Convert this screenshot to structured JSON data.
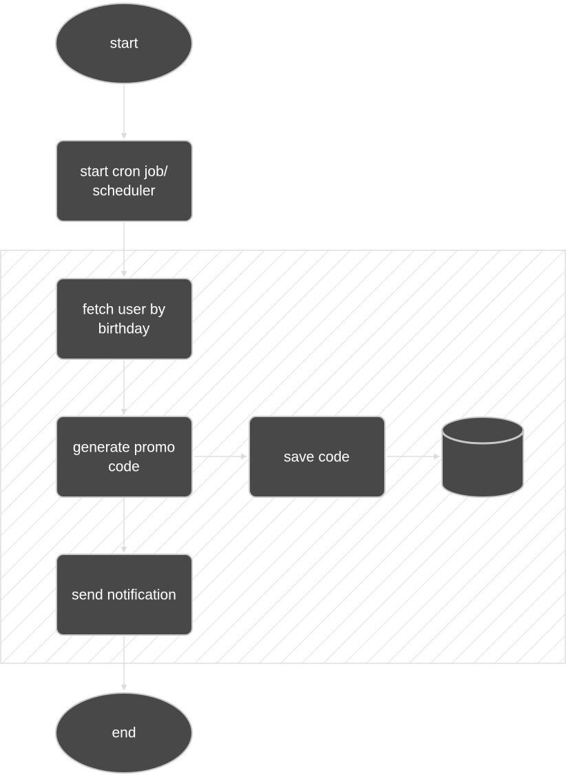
{
  "colors": {
    "node_fill": "#484848",
    "node_stroke": "#c8c8c8",
    "edge": "#dddddd",
    "group_border": "#dedede",
    "group_hatch": "#d2d2d2",
    "text": "#ffffff"
  },
  "group": {
    "label": ""
  },
  "nodes": {
    "start": {
      "shape": "ellipse",
      "label": "start"
    },
    "cron": {
      "shape": "rounded-rect",
      "label_lines": [
        "start cron job/",
        "scheduler"
      ]
    },
    "fetch": {
      "shape": "rounded-rect",
      "label_lines": [
        "fetch user by",
        "birthday"
      ]
    },
    "generate": {
      "shape": "rounded-rect",
      "label_lines": [
        "generate promo",
        "code"
      ]
    },
    "save": {
      "shape": "rounded-rect",
      "label": "save code"
    },
    "database": {
      "shape": "cylinder",
      "icon": "database-icon"
    },
    "notify": {
      "shape": "rounded-rect",
      "label": "send notification"
    },
    "end": {
      "shape": "ellipse",
      "label": "end"
    }
  },
  "edges": [
    {
      "from": "start",
      "to": "cron"
    },
    {
      "from": "cron",
      "to": "fetch"
    },
    {
      "from": "fetch",
      "to": "generate"
    },
    {
      "from": "generate",
      "to": "save"
    },
    {
      "from": "save",
      "to": "database"
    },
    {
      "from": "generate",
      "to": "notify"
    },
    {
      "from": "notify",
      "to": "end"
    }
  ]
}
